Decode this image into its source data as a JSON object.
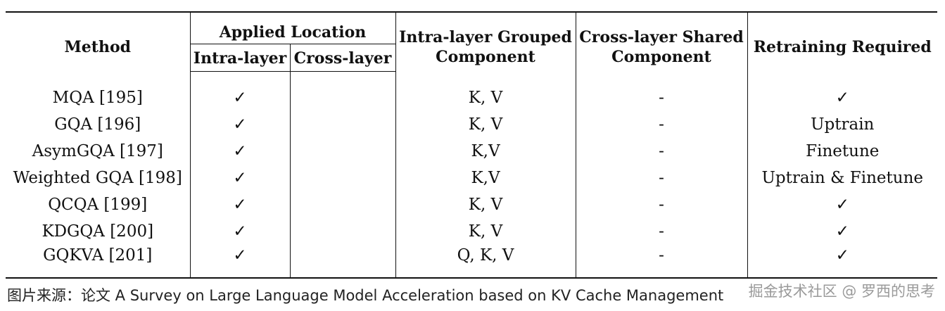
{
  "table": {
    "headers": {
      "method": "Method",
      "applied_location": "Applied Location",
      "intra_layer": "Intra-layer",
      "cross_layer": "Cross-layer",
      "grouped_component_line1": "Intra-layer Grouped",
      "grouped_component_line2": "Component",
      "shared_component_line1": "Cross-layer Shared",
      "shared_component_line2": "Component",
      "retraining": "Retraining Required"
    },
    "rows": [
      {
        "method": "MQA [195]",
        "intra": "✓",
        "cross": "",
        "grouped": "K, V",
        "shared": "-",
        "retraining": "✓"
      },
      {
        "method": "GQA [196]",
        "intra": "✓",
        "cross": "",
        "grouped": "K, V",
        "shared": "-",
        "retraining": "Uptrain"
      },
      {
        "method": "AsymGQA [197]",
        "intra": "✓",
        "cross": "",
        "grouped": "K,V",
        "shared": "-",
        "retraining": "Finetune"
      },
      {
        "method": "Weighted GQA [198]",
        "intra": "✓",
        "cross": "",
        "grouped": "K,V",
        "shared": "-",
        "retraining": "Uptrain & Finetune"
      },
      {
        "method": "QCQA [199]",
        "intra": "✓",
        "cross": "",
        "grouped": "K, V",
        "shared": "-",
        "retraining": "✓"
      },
      {
        "method": "KDGQA [200]",
        "intra": "✓",
        "cross": "",
        "grouped": "K, V",
        "shared": "-",
        "retraining": "✓"
      },
      {
        "method": "GQKVA [201]",
        "intra": "✓",
        "cross": "",
        "grouped": "Q, K, V",
        "shared": "-",
        "retraining": "✓"
      }
    ]
  },
  "caption": "图片来源：论文 A Survey on Large Language Model Acceleration based on KV Cache Management",
  "watermark": "掘金技术社区 @ 罗西的思考"
}
